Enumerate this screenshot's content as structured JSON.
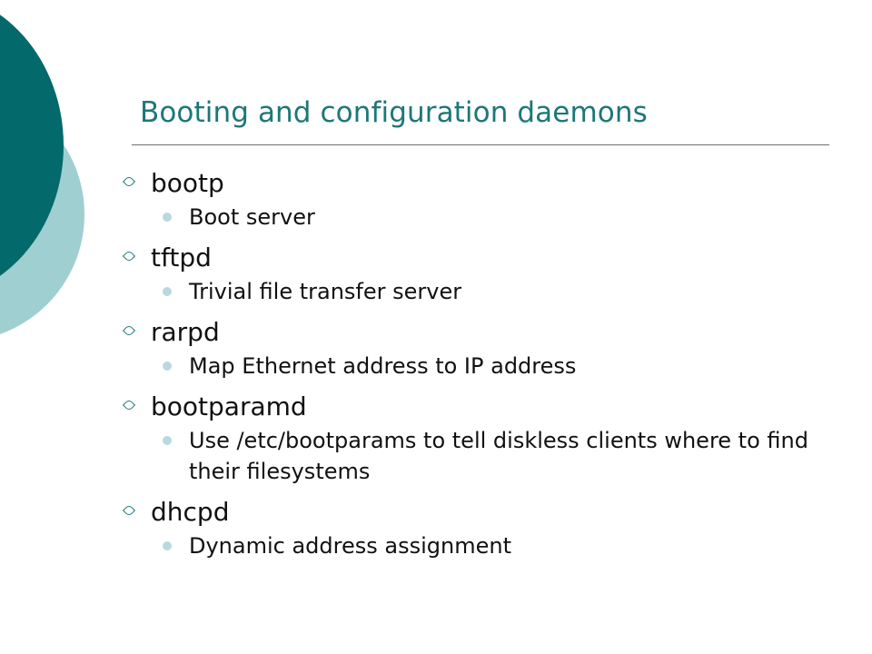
{
  "slide": {
    "title": "Booting and configuration daemons",
    "colors": {
      "title": "#1d7778",
      "dark_circle": "#03696b",
      "light_circle": "#9fcfd1",
      "sub_bullet": "#b9d8df",
      "text": "#111111"
    },
    "items": [
      {
        "label": "bootp",
        "icon": "diamond-icon",
        "subitems": [
          "Boot server"
        ]
      },
      {
        "label": "tftpd",
        "icon": "diamond-icon",
        "subitems": [
          "Trivial file transfer server"
        ]
      },
      {
        "label": "rarpd",
        "icon": "diamond-icon",
        "subitems": [
          "Map Ethernet address to IP address"
        ]
      },
      {
        "label": "bootparamd",
        "icon": "diamond-icon",
        "subitems": [
          "Use /etc/bootparams to tell diskless clients where to find their filesystems"
        ]
      },
      {
        "label": "dhcpd",
        "icon": "diamond-icon",
        "subitems": [
          "Dynamic address assignment"
        ]
      }
    ]
  }
}
